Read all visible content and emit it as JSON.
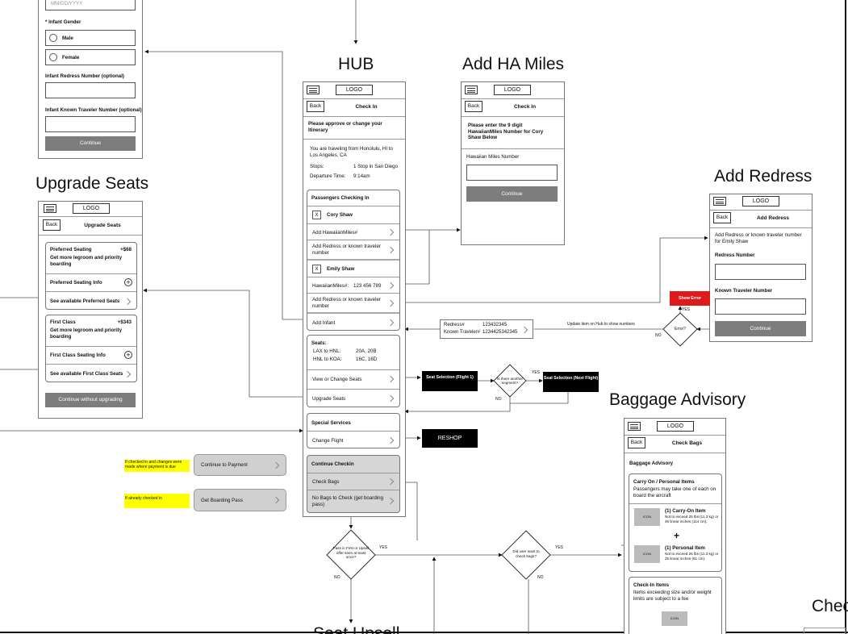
{
  "common": {
    "logo": "LOGO",
    "back": "Back",
    "continue": "Continue",
    "check_in": "Check In"
  },
  "infant_panel": {
    "date_placeholder": "MM/DD/YYYY",
    "gender_label": "* Infant Gender",
    "male": "Male",
    "female": "Female",
    "redress_label": "Infant Redress Number (optional)",
    "ktn_label": "Infant Known Traveler Number (optional)",
    "continue": "Continue"
  },
  "hub": {
    "title": "HUB",
    "prompt": "Please approve or change your Itinerary",
    "travel": "You are traveling from Honolulu, HI to Los Angeles, CA",
    "stops_label": "Stops:",
    "stops_value": "1 Stop in San Diego",
    "departure_label": "Departure Time:",
    "departure_value": "9:14am",
    "passengers_header": "Passengers Checking In",
    "pax1": "Cory Shaw",
    "add_miles": "Add HawaiianMiles#",
    "add_redress": "Add Redress or known traveler number",
    "pax2": "Emily Shaw",
    "miles_label": "HawaiianMiles#:",
    "miles_value": "123 456 789",
    "add_infant": "Add Infant",
    "seats_header": "Seats:",
    "seg1": "LAX to HNL:",
    "seg1_seats": "20A, 20B",
    "seg2": "HNL to KOA:",
    "seg2_seats": "16C, 16D",
    "view_change_seats": "View or Change Seats",
    "upgrade_seats": "Upgrade Seats",
    "special_header": "Special Services",
    "change_flight": "Change Flight",
    "continue_checkin": "Continue Checkin",
    "check_bags": "Check Bags",
    "no_bags": "No Bags to Check (get boarding pass)"
  },
  "ha_miles": {
    "title": "Add HA Miles",
    "prompt": "Please enter the 9 digit HawaiianMiles Number for Cory Shaw Below",
    "field_label": "Hawaiian Miles Number",
    "continue": "Continue"
  },
  "redress": {
    "title": "Add Redress",
    "header": "Add Redress",
    "prompt": "Add Redress or known traveler number for Emily Shaw",
    "redress_label": "Redress Number",
    "ktn_label": "Known Traveler Number",
    "continue": "Continue"
  },
  "upgrade": {
    "title": "Upgrade Seats",
    "header": "Upgrade Seats",
    "pref_title": "Preferred Seating",
    "pref_price": "+$68",
    "pref_desc": "Get more legroom and priority boarding",
    "pref_info": "Preferred Seating Info",
    "pref_see": "See available Preferred Seats",
    "first_title": "First Class",
    "first_price": "+$343",
    "first_desc": "Get more legroom and priority boarding",
    "first_info": "First Class Seating Info",
    "first_see": "See available First Class Seats",
    "continue": "Continue without upgrading"
  },
  "baggage": {
    "title": "Baggage Advisory",
    "header": "Check Bags",
    "section": "Baggage Advisory",
    "carry_title": "Carry On / Personal Items",
    "carry_desc": "Passengers may take one of each on board the aircraft",
    "icon": "ICON",
    "carry_item": "(1) Carry-On Item",
    "carry_detail": "Not to exceed 25 lbs (11.3 kg) or 45 linear inches (114 cm).",
    "personal_item": "(1) Personal Item",
    "personal_detail": "Not to exceed 25 lbs (11.3 kg) or 25 linear inches (61 cm).",
    "checkin_title": "Check-In Items",
    "checkin_desc": "Items exceeding size and/or weight limits are subject to a fee",
    "icon2": "ICON"
  },
  "flow": {
    "show_error": "Show Error",
    "yes": "YES",
    "no": "NO",
    "error_q": "Error?",
    "update_note": "Update item on Hub to show numbers",
    "redress_num_label": "Redress#",
    "redress_num": "123432345",
    "ktn_num_label": "Known Traveler#",
    "ktn_num": "1234425342345",
    "seat_sel1": "Seat Selection (Flight 1)",
    "another_seg": "Is there another segment?",
    "seat_sel_next": "Seat Selection (Next Flight)",
    "reshop": "RESHOP",
    "note_payment": "If checked in and changes were made where payment is due",
    "continue_payment": "Continue to Payment",
    "note_checked": "If already checked in",
    "get_pass": "Get Boarding Pass",
    "pass_q": "Pass in First or Upsell offer seen at least once?",
    "bags_q": "Did user want to check bags?",
    "seat_upsell": "Seat Upsell",
    "chec": "Chec"
  }
}
